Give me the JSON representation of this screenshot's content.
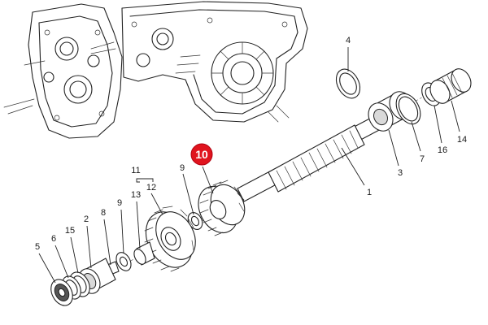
{
  "callouts": {
    "c1": "1",
    "c2": "2",
    "c3": "3",
    "c4": "4",
    "c5": "5",
    "c6": "6",
    "c7": "7",
    "c8": "8",
    "c9a": "9",
    "c9b": "9",
    "c10": "10",
    "c11": "11",
    "c12": "12",
    "c13": "13",
    "c14": "14",
    "c15": "15",
    "c16": "16"
  },
  "highlight": {
    "color": "#e0141e",
    "part": "10"
  },
  "line_color": "#222222"
}
